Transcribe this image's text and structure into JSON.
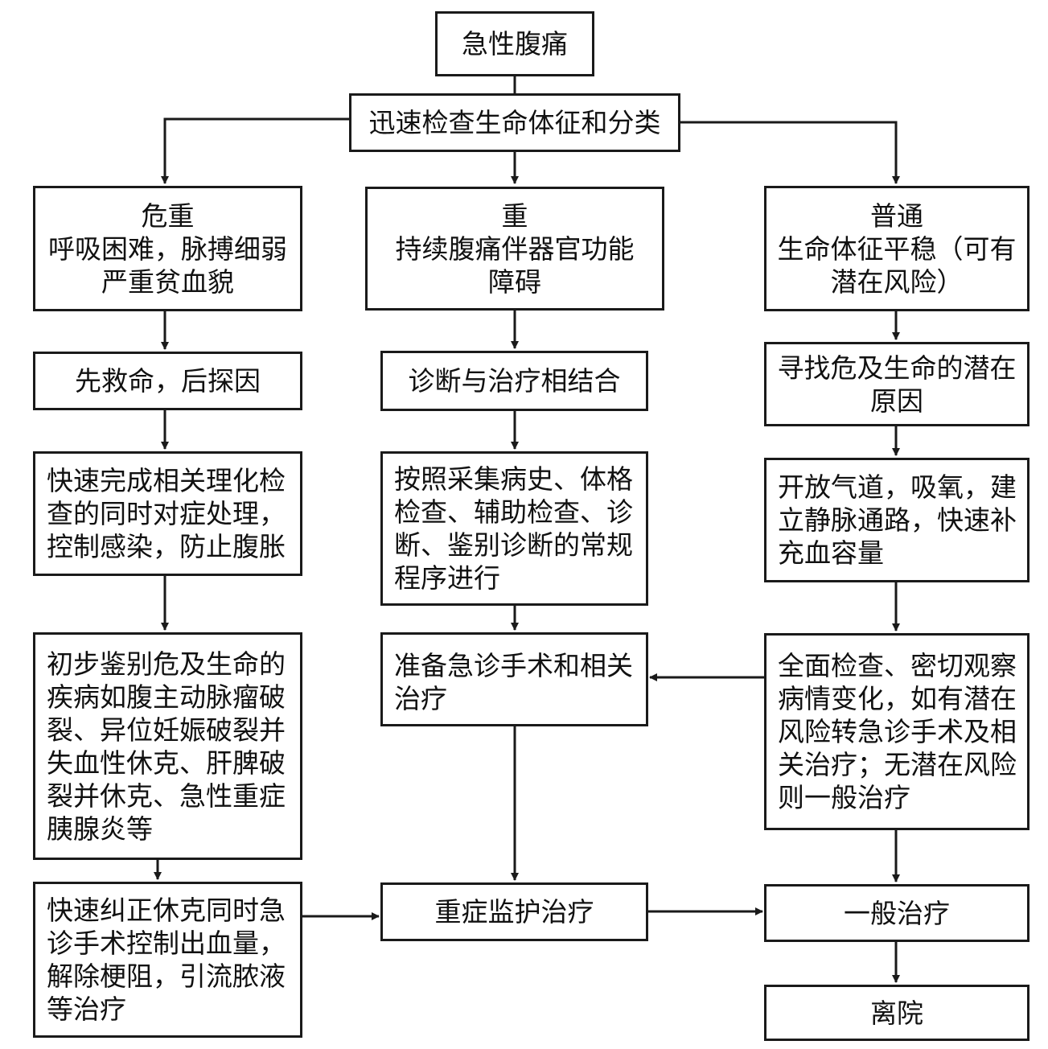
{
  "colors": {
    "line": "#1a1a1a",
    "text": "#111111",
    "background": "#ffffff"
  },
  "nodes": {
    "root": {
      "lines": [
        "急性腹痛"
      ]
    },
    "triage": {
      "lines": [
        "迅速检查生命体征和分类"
      ]
    },
    "critical": {
      "lines": [
        "危重",
        "呼吸困难，脉搏细弱",
        "严重贫血貌"
      ]
    },
    "severe": {
      "lines": [
        "重",
        "持续腹痛伴器官功能",
        "障碍"
      ]
    },
    "normal": {
      "lines": [
        "普通",
        "生命体征平稳（可有",
        "潜在风险）"
      ]
    },
    "critical_step1": {
      "lines": [
        "先救命，后探因"
      ]
    },
    "severe_step1": {
      "lines": [
        "诊断与治疗相结合"
      ]
    },
    "normal_step1": {
      "lines": [
        "寻找危及生命的潜在",
        "原因"
      ]
    },
    "critical_step2": {
      "lines": [
        "快速完成相关理化检",
        "查的同时对症处理，",
        "控制感染，防止腹胀"
      ]
    },
    "severe_step2": {
      "lines": [
        "按照采集病史、体格",
        "检查、辅助检查、诊",
        "断、鉴别诊断的常规",
        "程序进行"
      ]
    },
    "normal_step2": {
      "lines": [
        "开放气道，吸氧，建",
        "立静脉通路，快速补",
        "充血容量"
      ]
    },
    "critical_step3": {
      "lines": [
        "初步鉴别危及生命的",
        "疾病如腹主动脉瘤破",
        "裂、异位妊娠破裂并",
        "失血性休克、肝脾破",
        "裂并休克、急性重症",
        "胰腺炎等"
      ]
    },
    "severe_step3": {
      "lines": [
        "准备急诊手术和相关",
        "治疗"
      ]
    },
    "normal_step3": {
      "lines": [
        "全面检查、密切观察",
        "病情变化，如有潜在",
        "风险转急诊手术及相",
        "关治疗；无潜在风险",
        "则一般治疗"
      ]
    },
    "critical_step4": {
      "lines": [
        "快速纠正休克同时急",
        "诊手术控制出血量，",
        "解除梗阻，引流脓液",
        "等治疗"
      ]
    },
    "icu": {
      "lines": [
        "重症监护治疗"
      ]
    },
    "general": {
      "lines": [
        "一般治疗"
      ]
    },
    "discharge": {
      "lines": [
        "离院"
      ]
    }
  }
}
